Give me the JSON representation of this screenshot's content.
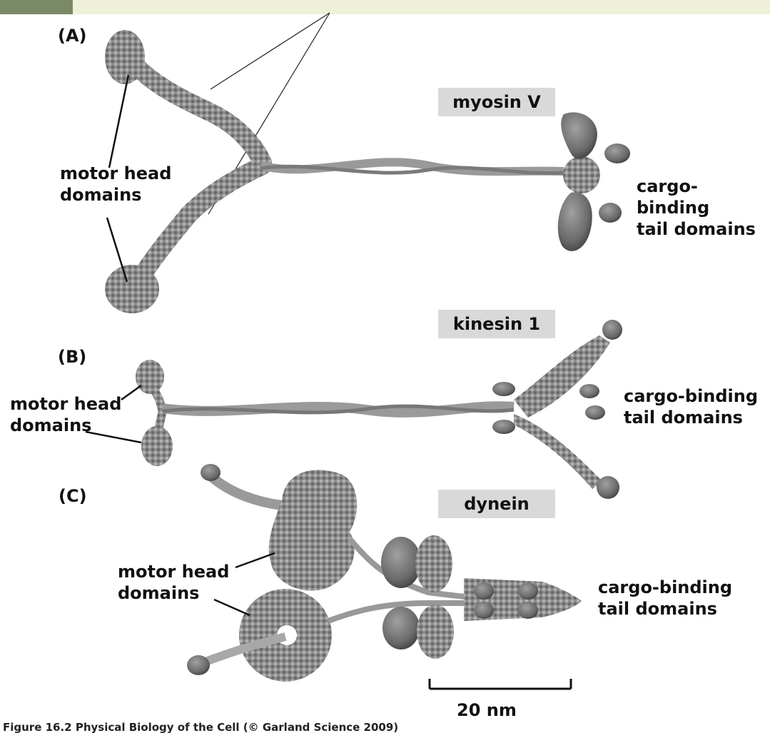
{
  "panels": {
    "a": {
      "letter": "(A)",
      "protein": "myosin V",
      "motor_label": [
        "motor head",
        "domains"
      ],
      "tail_label": [
        "cargo-binding",
        "tail domains"
      ]
    },
    "b": {
      "letter": "(B)",
      "protein": "kinesin 1",
      "motor_label": [
        "motor head",
        "domains"
      ],
      "tail_label": [
        "cargo-binding",
        "tail domains"
      ]
    },
    "c": {
      "letter": "(C)",
      "protein": "dynein",
      "motor_label": [
        "motor head",
        "domains"
      ],
      "tail_label": [
        "cargo-binding",
        "tail domains"
      ]
    }
  },
  "scale_bar": {
    "label": "20 nm"
  },
  "caption": "Figure 16.2  Physical Biology of the Cell (© Garland Science 2009)",
  "colors": {
    "protein_dark": "#6e6e6e",
    "protein_light": "#a8a8a8",
    "tag_bg": "#d9d9d9",
    "header_bar": "#eef1d8"
  }
}
